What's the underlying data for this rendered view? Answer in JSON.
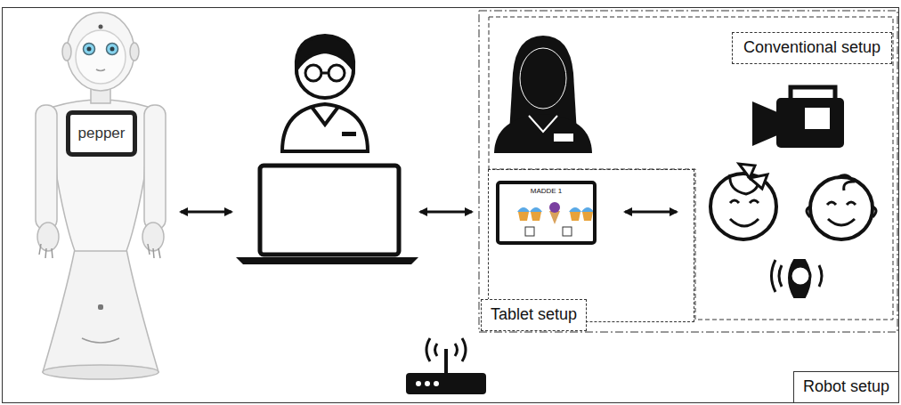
{
  "diagram": {
    "nodes": [
      {
        "text": [
          "Robot setup"
        ]
      },
      {
        "text": [
          "pepper"
        ],
        "in": 0
      },
      {
        "text": [
          "Conventional setup"
        ],
        "in": 0
      },
      {
        "text": [
          "Tablet setup"
        ],
        "in": 0
      },
      {
        "text": [
          "MADDE 1"
        ],
        "in": 3
      }
    ]
  }
}
